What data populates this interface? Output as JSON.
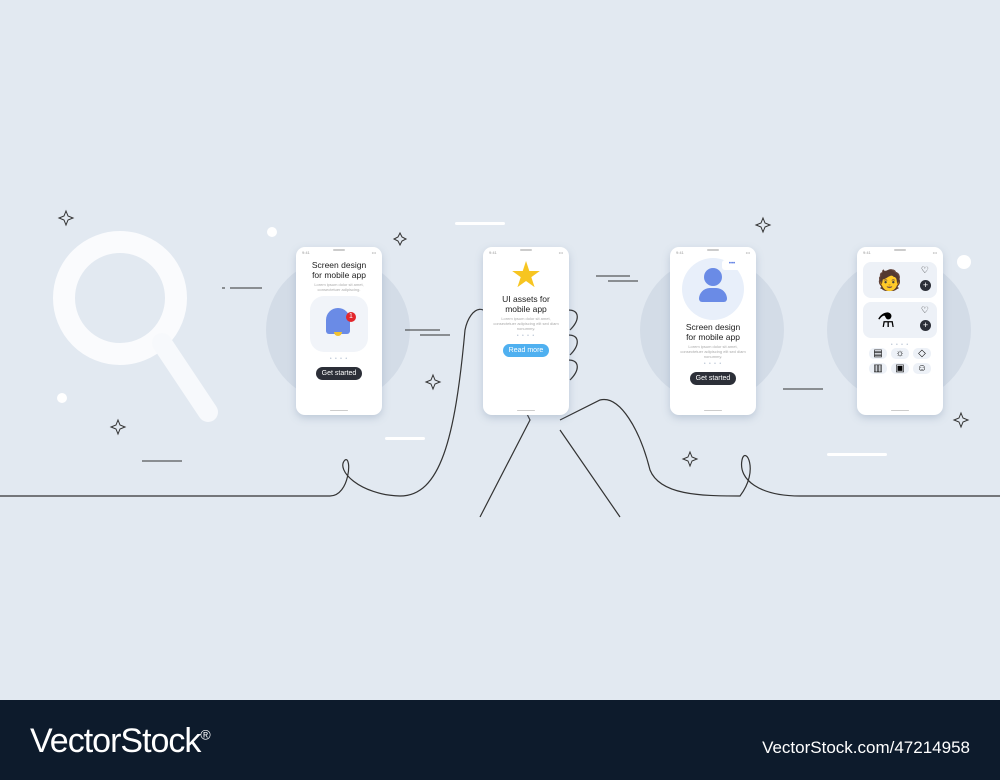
{
  "phones": [
    {
      "title_1": "Screen design",
      "title_2": "for mobile app",
      "lorem": "Lorem ipsum dolor sit amet, consectetuer adipiscing.",
      "button": "Get started",
      "icon": "bell-icon",
      "badge": "1"
    },
    {
      "title_1": "UI assets for",
      "title_2": "mobile app",
      "lorem": "Lorem ipsum dolor sit amet, consectetuer adipiscing elit sed diam nonummy.",
      "button": "Read more",
      "icon": "star-icon"
    },
    {
      "title_1": "Screen design",
      "title_2": "for mobile app",
      "lorem": "Lorem ipsum dolor sit amet, consectetuer adipiscing elit sed diam nonummy.",
      "button": "Get started",
      "icon": "user-chat-icon"
    },
    {
      "icons": [
        "confused-person-icon",
        "chemistry-flask-icon",
        "document-icon",
        "idea-icon",
        "diamond-icon",
        "book-icon",
        "board-icon",
        "alien-icon"
      ]
    }
  ],
  "status_time": "9:41",
  "footer": {
    "logo": "VectorStock",
    "registered": "®",
    "image_id": "VectorStock.com/47214958"
  },
  "colors": {
    "background": "#e2e9f1",
    "footer": "#0d1b2c",
    "accent_blue": "#4fb0f0",
    "dark_button": "#2c2f38"
  }
}
